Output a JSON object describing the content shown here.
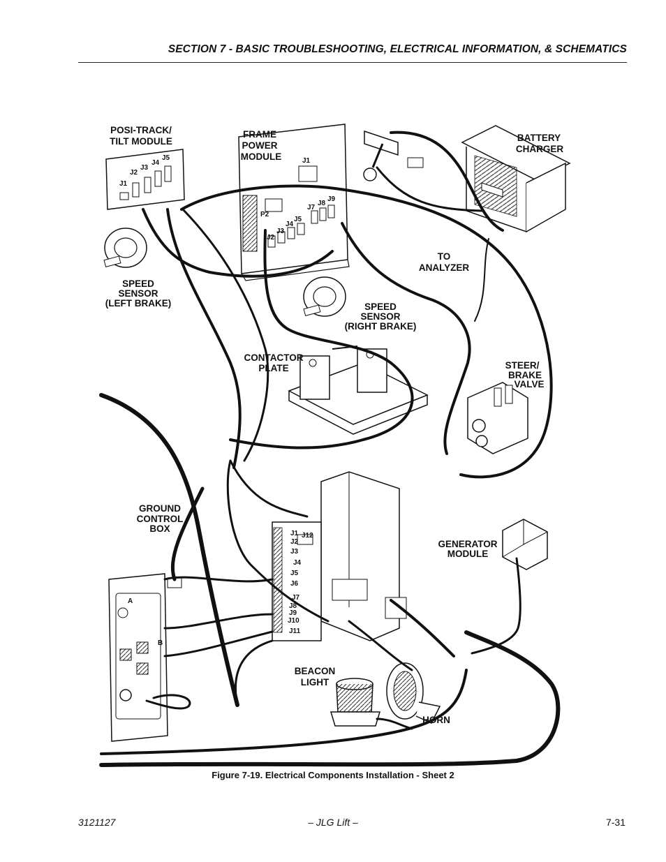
{
  "header": {
    "section_title": "SECTION 7 - BASIC TROUBLESHOOTING, ELECTRICAL INFORMATION, & SCHEMATICS"
  },
  "labels": {
    "posi_track_1": "POSI-TRACK/",
    "posi_track_2": "TILT MODULE",
    "frame_power_1": "FRAME",
    "frame_power_2": "POWER",
    "frame_power_3": "MODULE",
    "battery_charger_1": "BATTERY",
    "battery_charger_2": "CHARGER",
    "to_analyzer_1": "TO",
    "to_analyzer_2": "ANALYZER",
    "speed_left_1": "SPEED",
    "speed_left_2": "SENSOR",
    "speed_left_3": "(LEFT BRAKE)",
    "speed_right_1": "SPEED",
    "speed_right_2": "SENSOR",
    "speed_right_3": "(RIGHT BRAKE)",
    "contactor_1": "CONTACTOR",
    "contactor_2": "PLATE",
    "steer_1": "STEER/",
    "steer_2": "BRAKE",
    "steer_3": "VALVE",
    "ground_1": "GROUND",
    "ground_2": "CONTROL",
    "ground_3": "BOX",
    "generator_1": "GENERATOR",
    "generator_2": "MODULE",
    "beacon_1": "BEACON",
    "beacon_2": "LIGHT",
    "horn": "HORN"
  },
  "connectors": {
    "tilt_j1": "J1",
    "tilt_j2": "J2",
    "tilt_j3": "J3",
    "tilt_j4": "J4",
    "tilt_j5": "J5",
    "fpm_j1": "J1",
    "fpm_p2": "P2",
    "fpm_j2": "J2",
    "fpm_j3": "J3",
    "fpm_j4": "J4",
    "fpm_j5": "J5",
    "fpm_j7": "J7",
    "fpm_j8": "J8",
    "fpm_j9": "J9",
    "gcb_j1": "J1",
    "gcb_j2": "J2",
    "gcb_j3": "J3",
    "gcb_j4": "J4",
    "gcb_j5": "J5",
    "gcb_j6": "J6",
    "gcb_j7": "J7",
    "gcb_j8": "J8",
    "gcb_j9": "J9",
    "gcb_j10": "J10",
    "gcb_j11": "J11",
    "gcb_j12": "J12",
    "panel_a": "A",
    "panel_b": "B"
  },
  "caption": "Figure 7-19.  Electrical Components Installation - Sheet 2",
  "footer": {
    "doc_number": "3121127",
    "publisher": "– JLG Lift –",
    "page": "7-31"
  }
}
